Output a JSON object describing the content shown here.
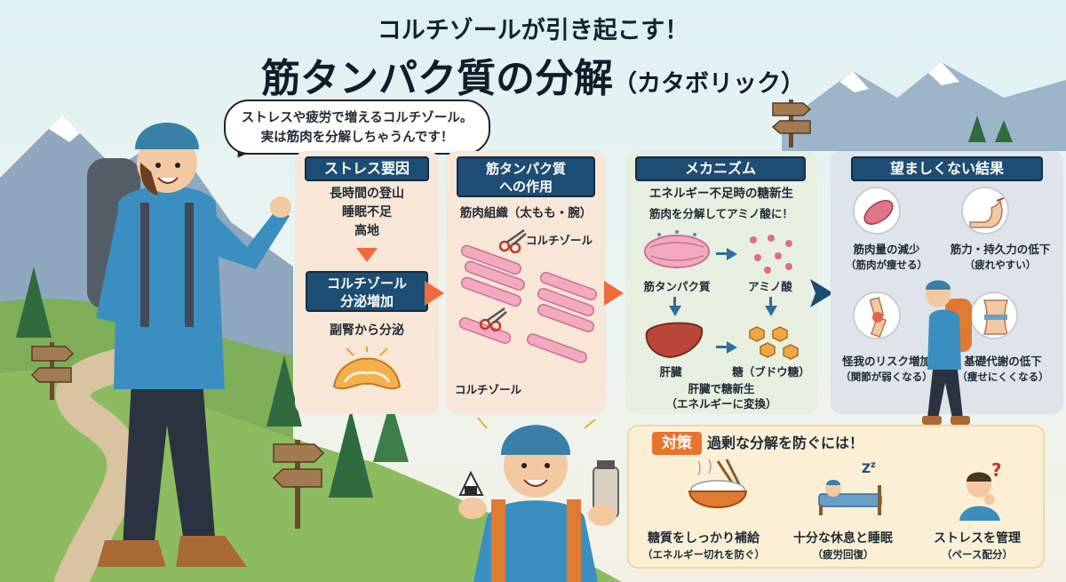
{
  "title": {
    "subtitle": "コルチゾールが引き起こす！",
    "main": "筋タンパク質の分解",
    "main_suffix": "（カタボリック）"
  },
  "speech_bubble": {
    "line1": "ストレスや疲労で増えるコルチゾール。",
    "line2": "実は筋肉を分解しちゃうんです！"
  },
  "stress_factors": {
    "header": "ストレス要因",
    "items": [
      "長時間の登山",
      "睡眠不足",
      "高地"
    ],
    "cortisol_header_line1": "コルチゾール",
    "cortisol_header_line2": "分泌増加",
    "adrenal": "副腎から分泌"
  },
  "muscle_action": {
    "header_line1": "筋タンパク質",
    "header_line2": "への作用",
    "tissue": "筋肉組織（太もも・腕）",
    "cortisol_label_1": "コルチゾール",
    "cortisol_label_2": "コルチゾール"
  },
  "mechanism": {
    "header": "メカニズム",
    "subtitle": "エネルギー不足時の糖新生",
    "note": "筋肉を分解してアミノ酸に！",
    "protein": "筋タンパク質",
    "amino": "アミノ酸",
    "liver": "肝臓",
    "sugar": "糖（ブドウ糖）",
    "gluco_line1": "肝臓で糖新生",
    "gluco_line2": "（エネルギーに変換）"
  },
  "results": {
    "header": "望ましくない結果",
    "items": [
      {
        "title": "筋肉量の減少",
        "note": "（筋肉が痩せる）",
        "icon": "muscle-icon"
      },
      {
        "title": "筋力・持久力の低下",
        "note": "（疲れやすい）",
        "icon": "arm-icon"
      },
      {
        "title": "怪我のリスク増加",
        "note": "（関節が弱くなる）",
        "icon": "knee-icon"
      },
      {
        "title": "基礎代謝の低下",
        "note": "（痩せにくくなる）",
        "icon": "waist-icon"
      }
    ]
  },
  "countermeasures": {
    "badge": "対策",
    "title": "過剰な分解を防ぐには！",
    "items": [
      {
        "title": "糖質をしっかり補給",
        "note": "（エネルギー切れを防ぐ）",
        "icon": "rice-bowl-icon"
      },
      {
        "title": "十分な休息と睡眠",
        "note": "（疲労回復）",
        "icon": "sleep-icon"
      },
      {
        "title": "ストレスを管理",
        "note": "（ペース配分）",
        "icon": "thinking-person-icon"
      }
    ]
  },
  "colors": {
    "header_bg": "#1e4d73",
    "arrow_orange": "#ef6c3a",
    "arrow_blue": "#2e6e9e",
    "panel_peach": "#f8e6d6",
    "panel_green": "#e7efe0",
    "panel_grey": "#dfe3ea",
    "panel_cream": "#fbf0d6"
  }
}
